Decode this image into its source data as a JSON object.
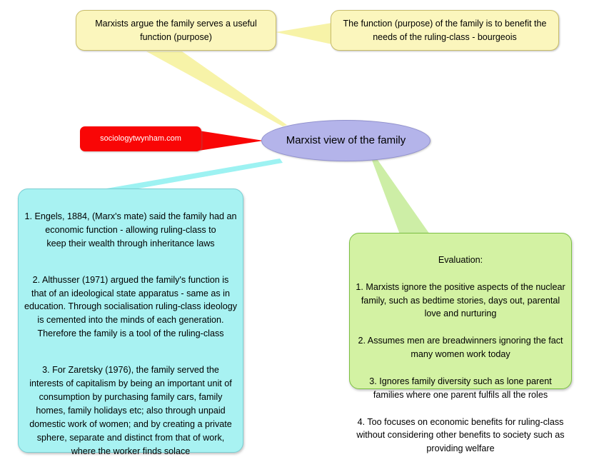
{
  "diagram": {
    "title": "Marxist view of the family",
    "type": "mind-map"
  },
  "center": {
    "label": "Marxist view of the family",
    "color": "#b4b4ea"
  },
  "watermark": {
    "label": "sociologytwynham.com",
    "color": "#f90606"
  },
  "top_left": {
    "label": "Marxists argue the family serves a useful function (purpose)",
    "color": "#fbf6bd"
  },
  "top_right": {
    "label": "The function (purpose) of the family is to benefit the needs of the ruling-class - bourgeois",
    "color": "#fbf6bd"
  },
  "theories": {
    "color": "#a8f2f2",
    "paragraphs": [
      "1. Engels, 1884,  (Marx's mate) said the family had an economic function - allowing ruling-class to\nkeep their wealth through inheritance laws",
      "2. Althusser (1971) argued the family's function is that of an ideological state apparatus - same as in education. Through socialisation ruling-class ideology is cemented into the minds of each generation. Therefore the family is a tool of the ruling-class",
      "3. For Zaretsky (1976), the family served the interests of capitalism by being an important unit of consumption by purchasing family cars, family homes, family holidays etc; also through unpaid domestic work of women; and by creating a private sphere, separate and distinct from that of work, where the worker finds solace"
    ]
  },
  "evaluation": {
    "color": "#d3f2a3",
    "heading": "Evaluation:",
    "points": [
      "1. Marxists ignore the positive aspects of the nuclear family, such as bedtime stories, days out, parental love and nurturing",
      "2. Assumes men are breadwinners ignoring the fact many women work today",
      "3. Ignores family diversity such as lone parent families where one parent fulfils all the roles",
      "4. Too focuses on economic benefits for ruling-class without considering other benefits to society such as providing welfare"
    ]
  },
  "connectors": [
    {
      "name": "center-to-top-left",
      "color": "#f7f3a8"
    },
    {
      "name": "top-left-to-top-right",
      "color": "#f7f3a8"
    },
    {
      "name": "watermark-to-center",
      "color": "#f90606"
    },
    {
      "name": "center-to-theories",
      "color": "#9df2f2"
    },
    {
      "name": "center-to-evaluation",
      "color": "#cdeea6"
    }
  ]
}
